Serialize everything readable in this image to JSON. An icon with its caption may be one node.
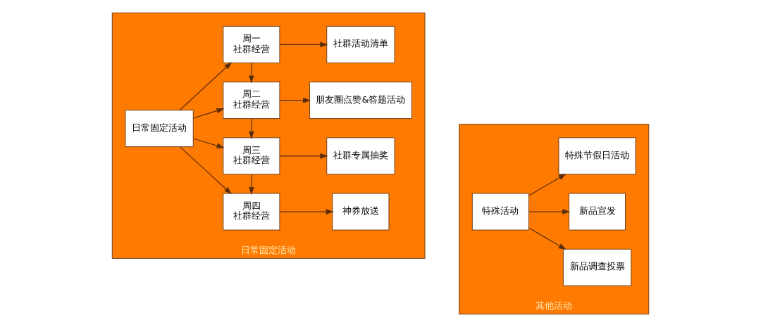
{
  "diagram": {
    "nodes": [
      {
        "text": [
          "日常固定活动"
        ]
      },
      {
        "text": [
          "日常固定活动"
        ],
        "in": 0
      },
      {
        "text": [
          "周一",
          "社群经营"
        ],
        "in": 0
      },
      {
        "text": [
          "社群活动清单"
        ],
        "in": 0
      },
      {
        "text": [
          "周二",
          "社群经营"
        ],
        "in": 0
      },
      {
        "text": [
          "朋友圈点赞&答题活动"
        ],
        "in": 0
      },
      {
        "text": [
          "周三",
          "社群经营"
        ],
        "in": 0
      },
      {
        "text": [
          "社群专属抽奖"
        ],
        "in": 0
      },
      {
        "text": [
          "周四",
          "社群经营"
        ],
        "in": 0
      },
      {
        "text": [
          "神券放送"
        ],
        "in": 0
      },
      {
        "text": [
          "其他活动"
        ]
      },
      {
        "text": [
          "特殊活动"
        ],
        "in": 10
      },
      {
        "text": [
          "新品调查投票"
        ],
        "in": 10
      },
      {
        "text": [
          "新品宣发"
        ],
        "in": 10
      },
      {
        "text": [
          "特殊节假日活动"
        ],
        "in": 10
      }
    ],
    "edges": [
      {
        "from": 1,
        "to": 2,
        "arrow": "to"
      },
      {
        "from": 1,
        "to": 4,
        "arrow": "to"
      },
      {
        "from": 1,
        "to": 6,
        "arrow": "to"
      },
      {
        "from": 1,
        "to": 8,
        "arrow": "to"
      },
      {
        "from": 2,
        "to": 3,
        "arrow": "to"
      },
      {
        "from": 4,
        "to": 5,
        "arrow": "to"
      },
      {
        "from": 6,
        "to": 7,
        "arrow": "to"
      },
      {
        "from": 8,
        "to": 9,
        "arrow": "to"
      },
      {
        "from": 2,
        "to": 4,
        "arrow": "to"
      },
      {
        "from": 4,
        "to": 6,
        "arrow": "to"
      },
      {
        "from": 6,
        "to": 8,
        "arrow": "to"
      },
      {
        "from": 11,
        "to": 12,
        "arrow": "to"
      },
      {
        "from": 11,
        "to": 13,
        "arrow": "to"
      },
      {
        "from": 11,
        "to": 14,
        "arrow": "to"
      }
    ]
  }
}
